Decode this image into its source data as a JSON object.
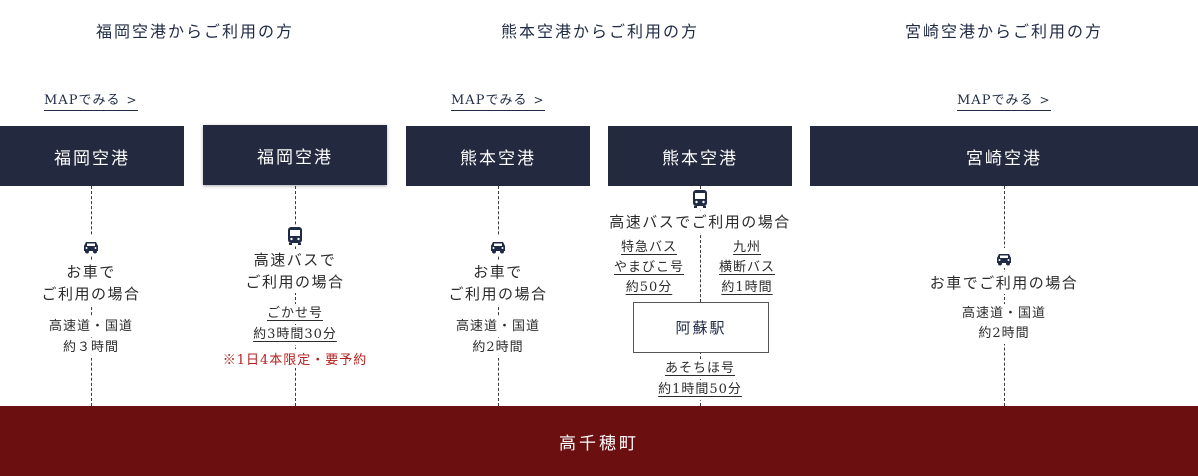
{
  "regions": [
    {
      "title": "福岡空港からご利用の方",
      "map_link": "MAPでみる"
    },
    {
      "title": "熊本空港からご利用の方",
      "map_link": "MAPでみる"
    },
    {
      "title": "宮崎空港からご利用の方",
      "map_link": "MAPでみる"
    }
  ],
  "routes": {
    "fukuoka_car": {
      "airport": "福岡空港",
      "mode_line1": "お車で",
      "mode_line2": "ご利用の場合",
      "road": "高速道・国道",
      "time": "約３時間"
    },
    "fukuoka_bus": {
      "airport": "福岡空港",
      "mode_line1": "高速バスで",
      "mode_line2": "ご利用の場合",
      "bus_name": "ごかせ号",
      "time": "約3時間30分",
      "note": "※1日4本限定・要予約"
    },
    "kumamoto_car": {
      "airport": "熊本空港",
      "mode_line1": "お車で",
      "mode_line2": "ご利用の場合",
      "road": "高速道・国道",
      "time": "約2時間"
    },
    "kumamoto_bus": {
      "airport": "熊本空港",
      "mode": "高速バスでご利用の場合",
      "left_bus_line1": "特急バス",
      "left_bus_line2": "やまびこ号",
      "left_time": "約50分",
      "right_bus_line1": "九州",
      "right_bus_line2": "横断バス",
      "right_time": "約1時間",
      "station": "阿蘇駅",
      "after_bus": "あそちほ号",
      "after_time": "約1時間50分"
    },
    "miyazaki_car": {
      "airport": "宮崎空港",
      "mode": "お車でご利用の場合",
      "road": "高速道・国道",
      "time": "約2時間"
    }
  },
  "destination": "高千穂町",
  "icons": {
    "car": "car-icon",
    "bus": "bus-icon",
    "chevron": "chevron-right-icon"
  },
  "colors": {
    "navy": "#23293f",
    "footer": "#6b0f10",
    "note_red": "#b3211e"
  }
}
